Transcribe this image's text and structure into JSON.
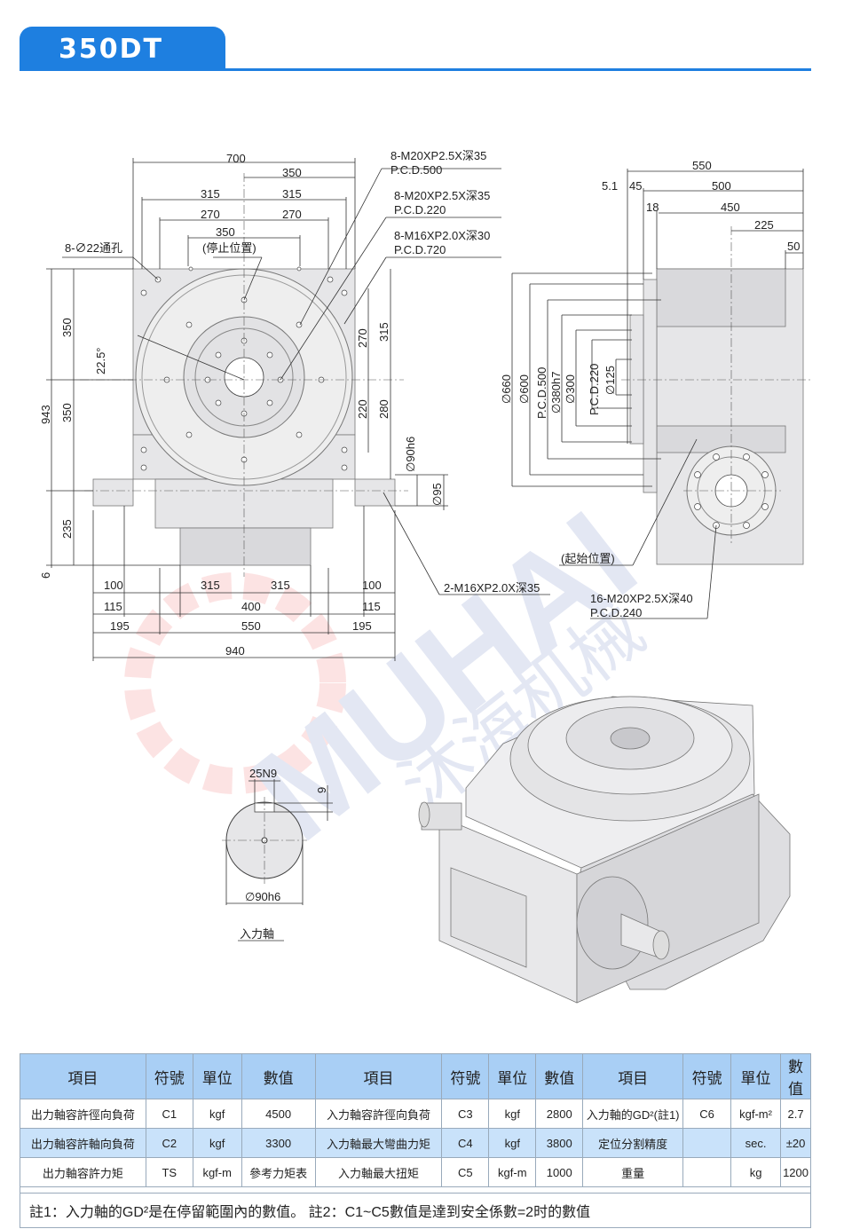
{
  "header": {
    "title": "350DT"
  },
  "watermark": {
    "brand": "MUHAI",
    "cn": "沐海机械"
  },
  "front_view": {
    "dims": {
      "d700": "700",
      "d350a": "350",
      "d315l": "315",
      "d315r": "315",
      "d270l": "270",
      "d270r": "270",
      "d350b": "350",
      "stop": "(停止位置)",
      "holes": "8-∅22通孔",
      "angle": "22.5°",
      "v943": "943",
      "v350a": "350",
      "v350b": "350",
      "v235": "235",
      "v6": "6",
      "v270": "270",
      "v315": "315",
      "v220": "220",
      "v280": "280",
      "v90h6": "∅90h6",
      "v95": "∅95",
      "b100l": "100",
      "b315l": "315",
      "b315r": "315",
      "b100r": "100",
      "b115l": "115",
      "b400": "400",
      "b115r": "115",
      "b195l": "195",
      "b550": "550",
      "b195r": "195",
      "b940": "940"
    },
    "callouts": [
      {
        "line1": "8-M20XP2.5X深35",
        "line2": "P.C.D.500"
      },
      {
        "line1": "8-M20XP2.5X深35",
        "line2": "P.C.D.220"
      },
      {
        "line1": "8-M16XP2.0X深30",
        "line2": "P.C.D.720"
      },
      {
        "line1": "2-M16XP2.0X深35"
      }
    ]
  },
  "side_view": {
    "dims": {
      "h550": "550",
      "h51": "5.1",
      "h45": "45",
      "h500": "500",
      "h18": "18",
      "h450": "450",
      "h225": "225",
      "h50": "50",
      "d660": "∅660",
      "d600": "∅600",
      "pcd500": "P.C.D.500",
      "d380": "∅380h7",
      "d300": "∅300",
      "pcd220": "P.C.D.220",
      "d125": "∅125"
    },
    "start": "(起始位置)",
    "callout": {
      "line1": "16-M20XP2.5X深40",
      "line2": "P.C.D.240"
    }
  },
  "shaft_view": {
    "key": "25N9",
    "depth": "9",
    "dia": "∅90h6",
    "label": "入力軸"
  },
  "spec_table": {
    "headers": [
      "項目",
      "符號",
      "單位",
      "數值",
      "項目",
      "符號",
      "單位",
      "數值",
      "項目",
      "符號",
      "單位",
      "數值"
    ],
    "rows": [
      [
        "出力軸容許徑向負荷",
        "C1",
        "kgf",
        "4500",
        "入力軸容許徑向負荷",
        "C3",
        "kgf",
        "2800",
        "入力軸的GD²(註1)",
        "C6",
        "kgf-m²",
        "2.7"
      ],
      [
        "出力軸容許軸向負荷",
        "C2",
        "kgf",
        "3300",
        "入力軸最大彎曲力矩",
        "C4",
        "kgf",
        "3800",
        "定位分割精度",
        "",
        "sec.",
        "±20"
      ],
      [
        "出力軸容許力矩",
        "TS",
        "kgf-m",
        "參考力矩表",
        "入力軸最大扭矩",
        "C5",
        "kgf-m",
        "1000",
        "重量",
        "",
        "kg",
        "1200"
      ]
    ],
    "note": "註1：入力軸的GD²是在停留範圍內的數值。 註2：C1~C5數值是達到安全係數=2时的數值"
  },
  "colors": {
    "accent": "#1e7fe0",
    "header_bg": "#a9cff5",
    "alt_row": "#c9e2fa"
  }
}
